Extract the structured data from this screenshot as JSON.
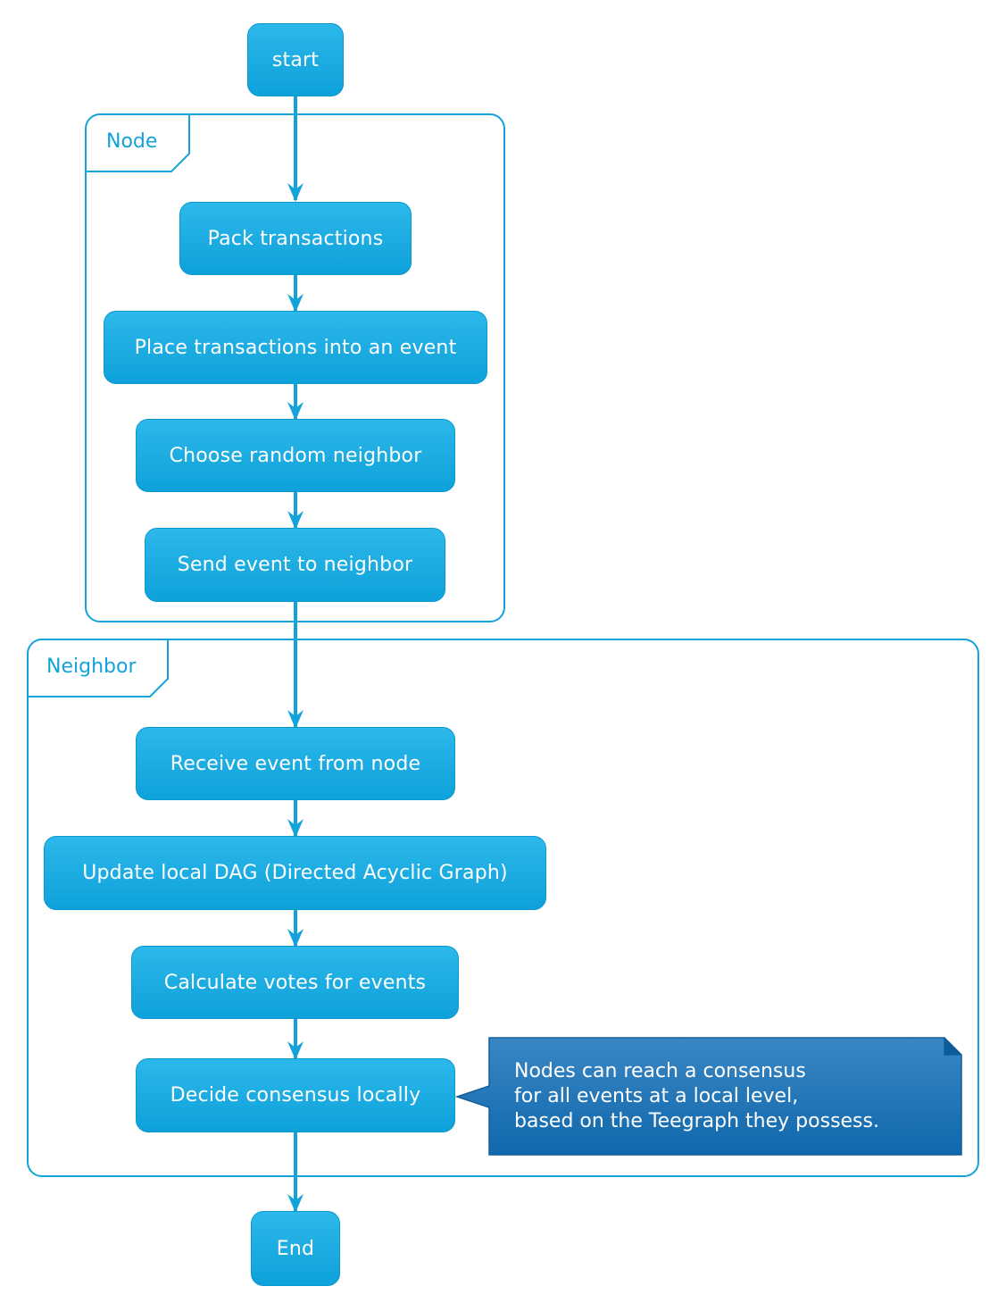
{
  "colors": {
    "accent": "#13a3da",
    "box_top": "#2cb8ea",
    "box_bottom": "#0ea1da",
    "note_top": "#3a86c4",
    "note_bottom": "#1068ab",
    "background": "#ffffff"
  },
  "start": "start",
  "end": "End",
  "node_partition": {
    "title": "Node",
    "steps": [
      "Pack transactions",
      "Place transactions into an event",
      "Choose random neighbor",
      "Send event to neighbor"
    ]
  },
  "neighbor_partition": {
    "title": "Neighbor",
    "steps": [
      "Receive event from node",
      "Update local DAG (Directed Acyclic Graph)",
      "Calculate votes for events",
      "Decide consensus locally"
    ]
  },
  "note": {
    "lines": [
      "Nodes can reach a consensus",
      "for all events at a local level,",
      "based on the Teegraph they possess."
    ]
  }
}
